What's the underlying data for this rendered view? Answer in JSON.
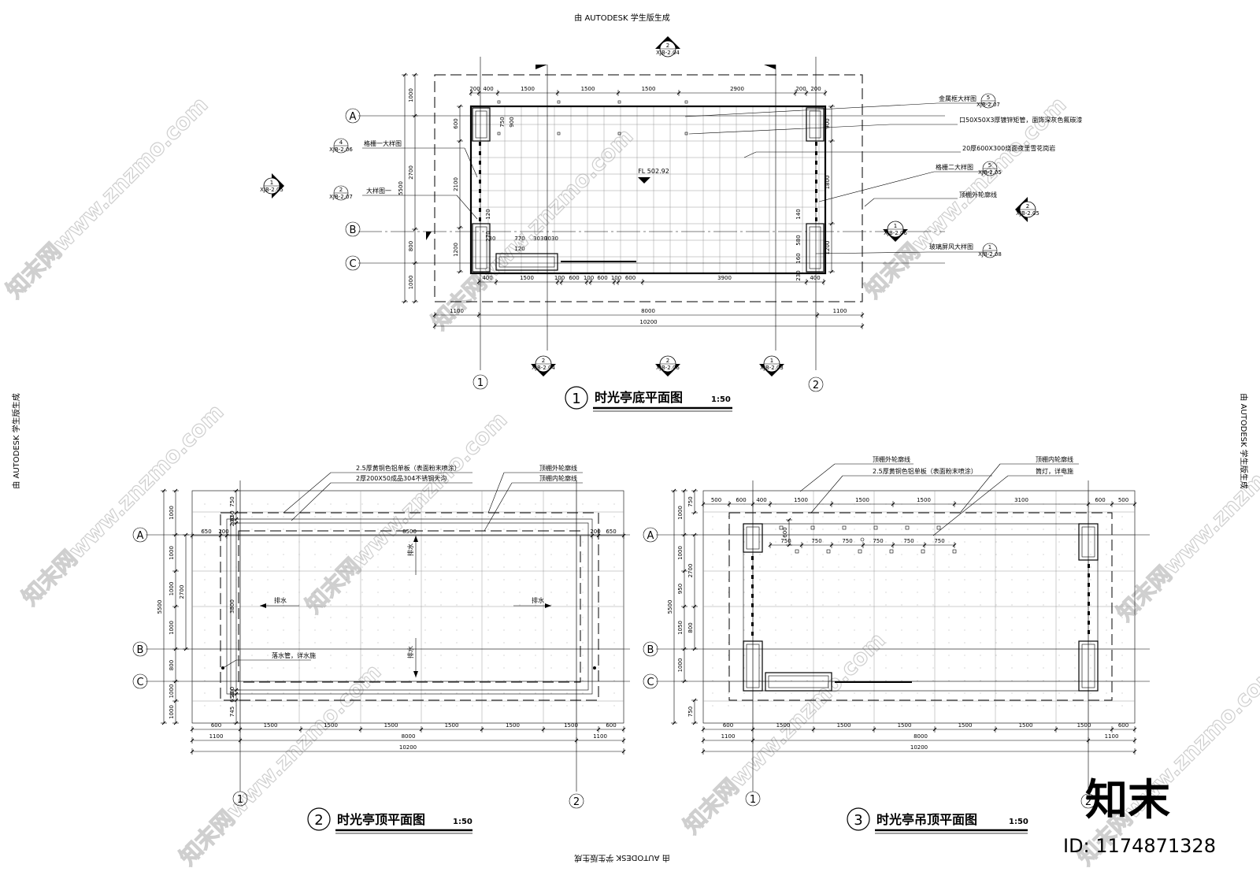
{
  "stamps": {
    "top": "由 AUTODESK 学生版生成",
    "left": "由 AUTODESK 学生版生成",
    "right": "由 AUTODESK 学生版生成",
    "bottom": "由 AUTODESK 学生版生成"
  },
  "watermark": {
    "site_text": "知末网www.znzmo.com",
    "logo_text": "知末",
    "id_label": "ID: 1174871328"
  },
  "plan1": {
    "number": "1",
    "title": "时光亭底平面图",
    "scale": "1:50",
    "level": "FL 502.92",
    "axes": {
      "a": "A",
      "b": "B",
      "c": "C",
      "n1": "1",
      "n2": "2"
    },
    "top_dims": [
      "200",
      "400",
      "1500",
      "1500",
      "1500",
      "2900",
      "200",
      "200"
    ],
    "bottom_dims": [
      "400",
      "1500",
      "100",
      "600",
      "100",
      "600",
      "100",
      "600",
      "3900",
      "400"
    ],
    "overall_dims": [
      "1100",
      "8000",
      "1100"
    ],
    "total_dim": "10200",
    "left_dims": [
      "1000",
      "2700",
      "800",
      "1000"
    ],
    "left_total": "5500",
    "left_inner": [
      "600",
      "2100",
      "1200"
    ],
    "right_inner": [
      "900",
      "1800",
      "1200"
    ],
    "misc_dims": [
      "750",
      "900",
      "120",
      "30",
      "770",
      "30",
      "30",
      "30",
      "30",
      "120",
      "140",
      "580",
      "160",
      "230",
      "270"
    ],
    "notes": {
      "metal_frame": "金属框大样图",
      "pipe": "口50X50X3厚镀锌矩管，面饰深灰色氟碳漆",
      "stone": "20厚600X300烧面夜里雪花岗岩",
      "grille2": "格栅二大样图",
      "roof_outline": "顶棚外轮廓线",
      "glass": "玻璃屏风大样图",
      "grille1": "格栅一大样图",
      "detail1": "大样图一"
    },
    "refs": [
      {
        "num": "2",
        "sheet": "XJB-2.04"
      },
      {
        "num": "5",
        "sheet": "XJB-2.07"
      },
      {
        "num": "4",
        "sheet": "XJB-2.06"
      },
      {
        "num": "1",
        "sheet": "XJB-2.05"
      },
      {
        "num": "2",
        "sheet": "XJB-2.07"
      },
      {
        "num": "5",
        "sheet": "XJB-2.05"
      },
      {
        "num": "2",
        "sheet": "XJB-2.05"
      },
      {
        "num": "1",
        "sheet": "XJB-2.06"
      },
      {
        "num": "1",
        "sheet": "XJB-2.08"
      },
      {
        "num": "2",
        "sheet": "XJB-2.04"
      },
      {
        "num": "2",
        "sheet": "XJB-2.06"
      },
      {
        "num": "1",
        "sheet": "XJB-2.03"
      }
    ]
  },
  "plan2": {
    "number": "2",
    "title": "时光亭顶平面图",
    "scale": "1:50",
    "axes": {
      "a": "A",
      "b": "B",
      "c": "C",
      "n1": "1",
      "n2": "2"
    },
    "notes": {
      "panel": "2.5厚黄铜色铝单板（表面粉末喷涂）",
      "gutter": "2厚200X50成品304不锈钢天沟",
      "outer": "顶棚外轮廓线",
      "inner": "顶棚内轮廓线",
      "drain_pipe": "落水管，详水施",
      "drain": "排水"
    },
    "top_dims": [
      "650",
      "200",
      "8500",
      "200",
      "650"
    ],
    "bottom_dims": [
      "600",
      "1500",
      "1500",
      "1500",
      "1500",
      "1500",
      "1500",
      "600"
    ],
    "overall_dims": [
      "1100",
      "8000",
      "1100"
    ],
    "total_dim": "10200",
    "left_dims": [
      "1000",
      "1000",
      "1000",
      "1000",
      "800",
      "1000",
      "1000"
    ],
    "left_total": "5500",
    "left_sub": [
      "2700"
    ],
    "inner_dims": [
      "750",
      "650",
      "200",
      "3800",
      "200",
      "650",
      "745"
    ]
  },
  "plan3": {
    "number": "3",
    "title": "时光亭吊顶平面图",
    "scale": "1:50",
    "axes": {
      "a": "A",
      "b": "B",
      "c": "C",
      "n1": "1",
      "n2": "2"
    },
    "notes": {
      "outer": "顶棚外轮廓线",
      "panel": "2.5厚黄铜色铝单板（表面粉末喷涂）",
      "inner": "顶棚内轮廓线",
      "light": "筒灯，详电施"
    },
    "top_dims": [
      "500",
      "600",
      "400",
      "1500",
      "1500",
      "1500",
      "3100",
      "600",
      "500"
    ],
    "light_dims": [
      "750",
      "750",
      "750",
      "750",
      "750",
      "750"
    ],
    "light_v": "600",
    "bottom_dims": [
      "600",
      "1500",
      "1500",
      "1500",
      "1500",
      "1500",
      "1500",
      "600"
    ],
    "overall_dims": [
      "1100",
      "8000",
      "1100"
    ],
    "total_dim": "10200",
    "left_dims": [
      "1000",
      "1000",
      "950",
      "1050",
      "1000"
    ],
    "left_total": "5500",
    "left_sub": [
      "2700",
      "800"
    ],
    "inner_dims": [
      "750",
      "750"
    ]
  }
}
